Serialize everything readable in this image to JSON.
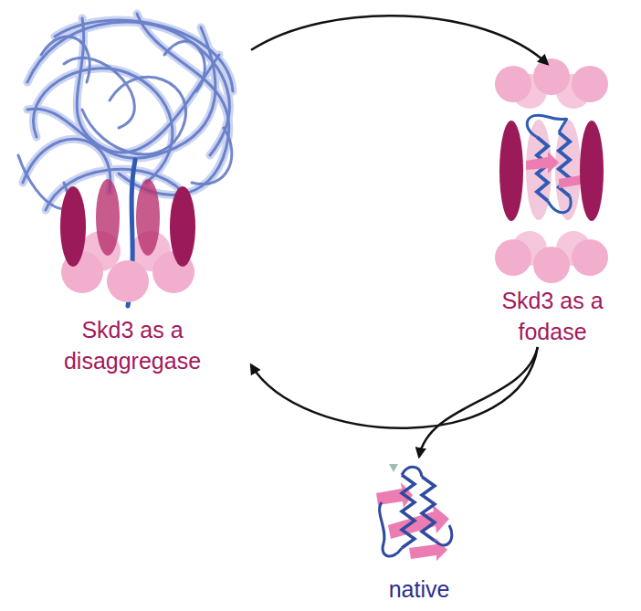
{
  "diagram": {
    "nodes": [
      {
        "text": [
          "Skd3 as a disaggregase"
        ]
      },
      {
        "text": [
          "Skd3 as a fodase"
        ]
      },
      {
        "text": [
          "native"
        ]
      }
    ],
    "edges": [
      {
        "from": 0,
        "to": 1,
        "arrow": "to"
      },
      {
        "from": 1,
        "to": 0,
        "arrow": "to"
      },
      {
        "from": 1,
        "to": 2,
        "arrow": "to"
      }
    ]
  }
}
